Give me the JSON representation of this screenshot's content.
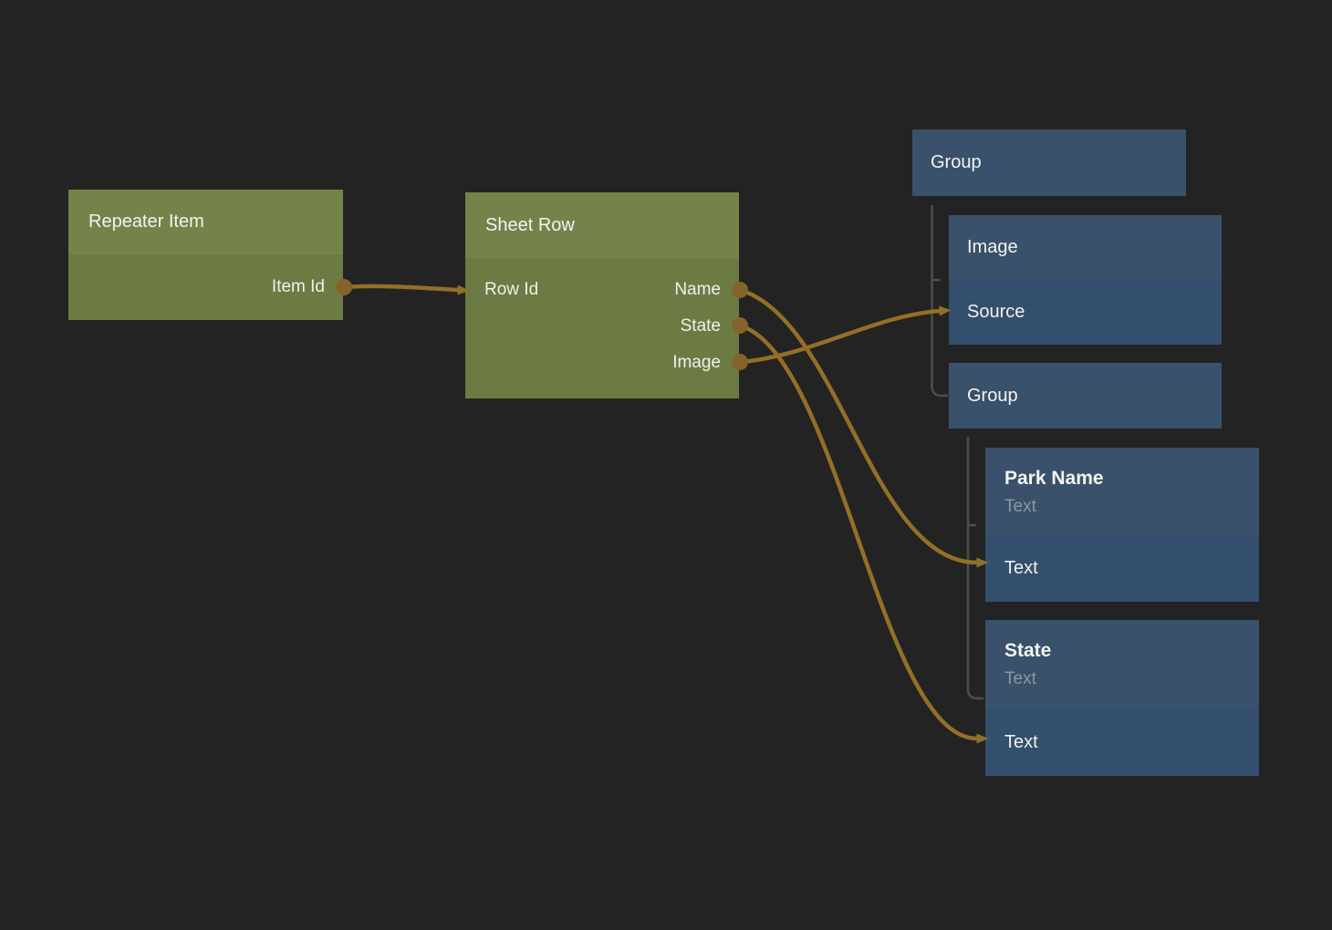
{
  "diagram": {
    "type": "node-binding-graph",
    "background_color": "#232323"
  },
  "colors": {
    "background": "#232323",
    "green_node_header": "#748349",
    "green_node_body": "#6c7b44",
    "blue_node_header": "#39516a",
    "blue_node_body": "#344f6e",
    "wire": "#946f28",
    "port_dot": "#84642a",
    "tree_connector": "#4d4d4d",
    "title_text": "#f4f4f2",
    "subtitle_text": "#8c96a3"
  },
  "nodes": {
    "repeater_item": {
      "title": "Repeater Item",
      "outputs": [
        {
          "label": "Item Id"
        }
      ]
    },
    "sheet_row": {
      "title": "Sheet Row",
      "inputs": [
        {
          "label": "Row Id"
        }
      ],
      "outputs": [
        {
          "label": "Name"
        },
        {
          "label": "State"
        },
        {
          "label": "Image"
        }
      ]
    },
    "group_outer": {
      "title": "Group"
    },
    "image": {
      "title": "Image",
      "rows": [
        {
          "label": "Source"
        }
      ]
    },
    "group_inner": {
      "title": "Group"
    },
    "park_name": {
      "title": "Park Name",
      "subtitle": "Text",
      "rows": [
        {
          "label": "Text"
        }
      ]
    },
    "state": {
      "title": "State",
      "subtitle": "Text",
      "rows": [
        {
          "label": "Text"
        }
      ]
    }
  },
  "connections": [
    {
      "from": "Repeater Item / Item Id",
      "to": "Sheet Row / Row Id"
    },
    {
      "from": "Sheet Row / Name",
      "to": "Park Name / Text"
    },
    {
      "from": "Sheet Row / State",
      "to": "State / Text"
    },
    {
      "from": "Sheet Row / Image",
      "to": "Image / Source"
    }
  ]
}
